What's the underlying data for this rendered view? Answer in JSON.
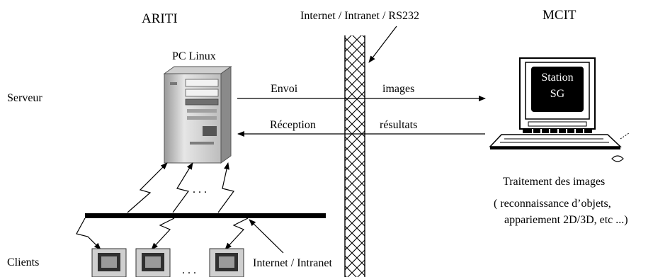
{
  "labels": {
    "ariti": "ARITI",
    "mcit": "MCIT",
    "network_top": "Internet / Intranet / RS232",
    "pc_linux": "PC  Linux",
    "serveur": "Serveur",
    "clients": "Clients",
    "envoi": "Envoi",
    "images": "images",
    "reception": "Réception",
    "resultats": "résultats",
    "station_line1": "Station",
    "station_line2": "SG",
    "traitement": "Traitement des images",
    "note_line1": "( reconnaissance d’objets,",
    "note_line2": "appariement 2D/3D, etc ...)",
    "dots_links": ". . .",
    "dots_clients": ". . .",
    "network_bottom": "Internet / Intranet"
  },
  "icons": {
    "server": "pc-tower-icon",
    "workstation": "sgi-workstation-icon",
    "client": "crt-monitor-icon",
    "firewall": "crosshatch-barrier-icon"
  },
  "colors": {
    "line": "#000000",
    "tower_light": "#d8d8d8",
    "tower_dark": "#7a7a7a",
    "screen": "#000000"
  }
}
